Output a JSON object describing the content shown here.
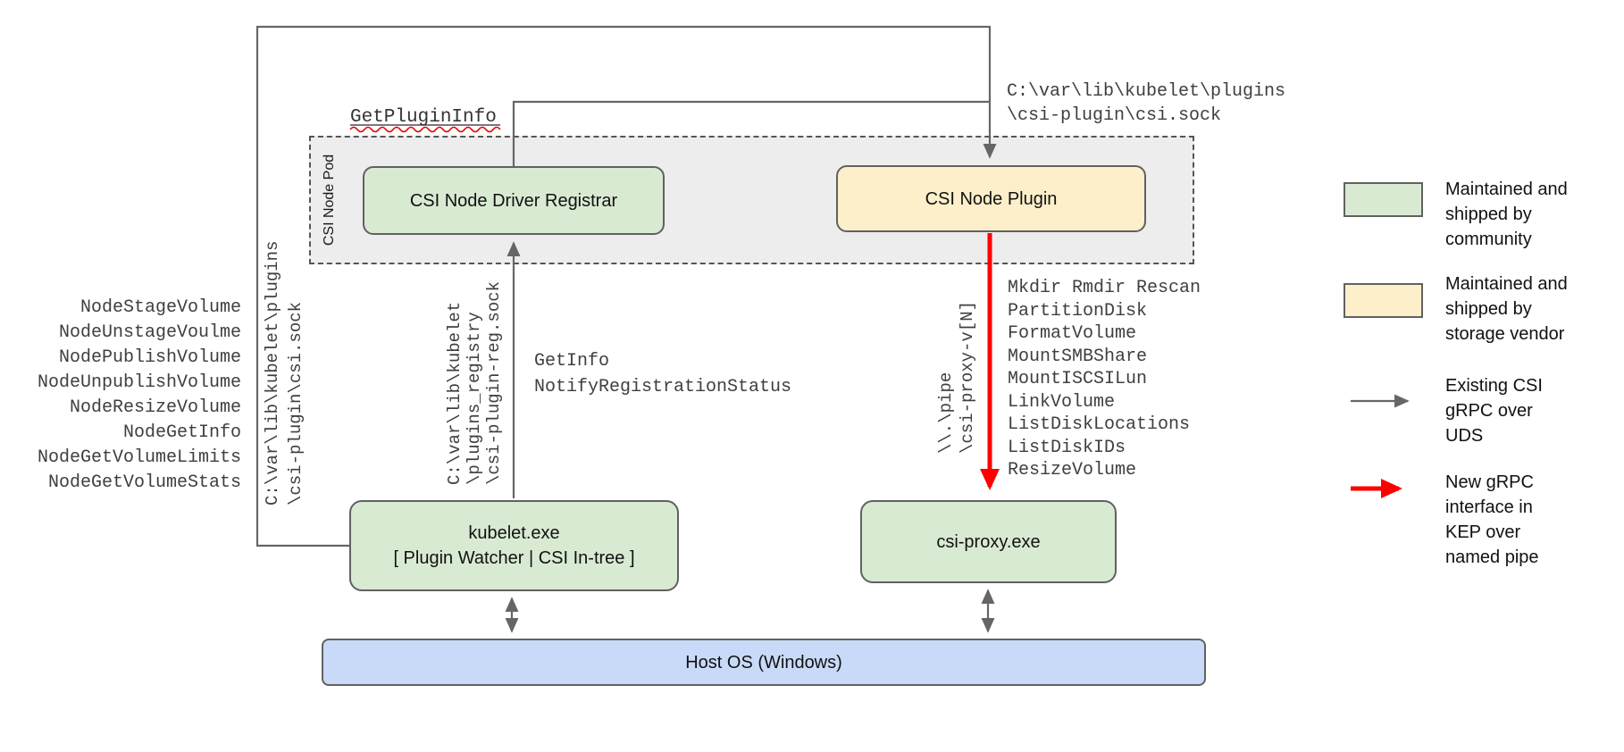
{
  "nodes": {
    "pod": "CSI Node Pod",
    "registrar": "CSI Node Driver Registrar",
    "plugin": "CSI Node Plugin",
    "kubelet": "kubelet.exe\n[ Plugin Watcher | CSI In-tree ]",
    "csi_proxy": "csi-proxy.exe",
    "host_os": "Host OS (Windows)"
  },
  "labels": {
    "get_plugin_info": "GetPluginInfo",
    "uds_sock": "C:\\var\\lib\\kubelet\\plugins\n\\csi-plugin\\csi.sock",
    "registry_sock": "C:\\var\\lib\\kubelet\n\\plugins_registry\n\\csi-plugin-reg.sock",
    "named_pipe": "\\\\.\\pipe\n\\csi-proxy-v[N]",
    "registration_calls": "GetInfo\nNotifyRegistrationStatus",
    "node_calls": "NodeStageVolume\nNodeUnstageVoulme\nNodePublishVolume\nNodeUnpublishVolume\nNodeResizeVolume\nNodeGetInfo\nNodeGetVolumeLimits\nNodeGetVolumeStats",
    "proxy_ops": "Mkdir Rmdir Rescan\nPartitionDisk\nFormatVolume\nMountSMBShare\nMountISCSILun\nLinkVolume\nListDiskLocations\nListDiskIDs\nResizeVolume"
  },
  "legend": {
    "community": "Maintained and\nshipped by\ncommunity",
    "vendor": "Maintained and\nshipped by\nstorage vendor",
    "uds_arrow": "Existing CSI\ngRPC over\nUDS",
    "pipe_arrow": "New gRPC\ninterface in\nKEP over\nnamed pipe"
  },
  "colors": {
    "community_green": "#d9ead3",
    "vendor_yellow": "#fcefc9",
    "host_blue": "#c9daf8",
    "pod_gray": "#ededed",
    "line_gray": "#666666",
    "arrow_red": "#ff0000",
    "squiggle_red": "#e40000"
  }
}
